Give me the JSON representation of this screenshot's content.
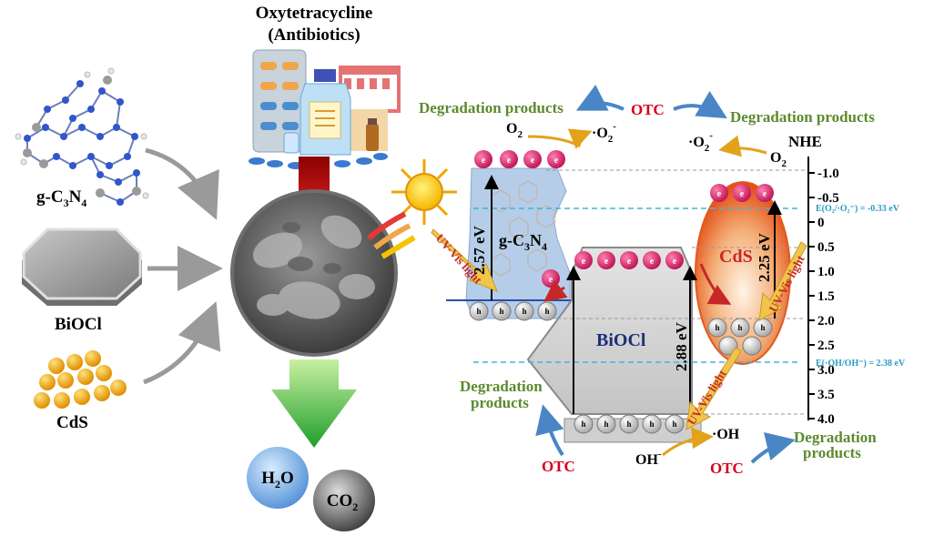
{
  "title_line1": "Oxytetracycline",
  "title_line2": "(Antibiotics)",
  "materials": {
    "gcn": {
      "label_main": "g-C",
      "sub1": "3",
      "mid": "N",
      "sub2": "4"
    },
    "biocl": "BiOCl",
    "cds": "CdS"
  },
  "products": {
    "h2o_main": "H",
    "h2o_sub": "2",
    "h2o_end": "O",
    "co2_main": "CO",
    "co2_sub": "2"
  },
  "diagram": {
    "degradation_products": "Degradation products",
    "degradation_line1": "Degradation",
    "degradation_line2": "products",
    "otc": "OTC",
    "o2_main": "O",
    "o2_sub": "2",
    "superoxide": "·O",
    "oh_radical": "·OH",
    "hydroxide": "OH",
    "electron": "e",
    "hole": "h",
    "nhe": "NHE",
    "gcn_gap": "2.57 eV",
    "biocl_gap": "2.88 eV",
    "cds_gap": "2.25 eV",
    "biocl_label": "BiOCl",
    "cds_label": "CdS",
    "uv_vis": "UV-Vis light",
    "ref1": "E(O₂/·O₂⁻) = -0.33 eV",
    "ref2": "E(·OH/OH⁻) = 2.38 eV"
  },
  "axis": {
    "ticks": [
      "-1.0",
      "-0.5",
      "0",
      "0.5",
      "1.0",
      "1.5",
      "2.0",
      "2.5",
      "3.0",
      "3.5",
      "4.0"
    ]
  },
  "colors": {
    "green_text": "#5b8a2e",
    "red_text": "#d6001c",
    "cyan_line": "#3fb6d8",
    "electron": "#d81b60"
  }
}
